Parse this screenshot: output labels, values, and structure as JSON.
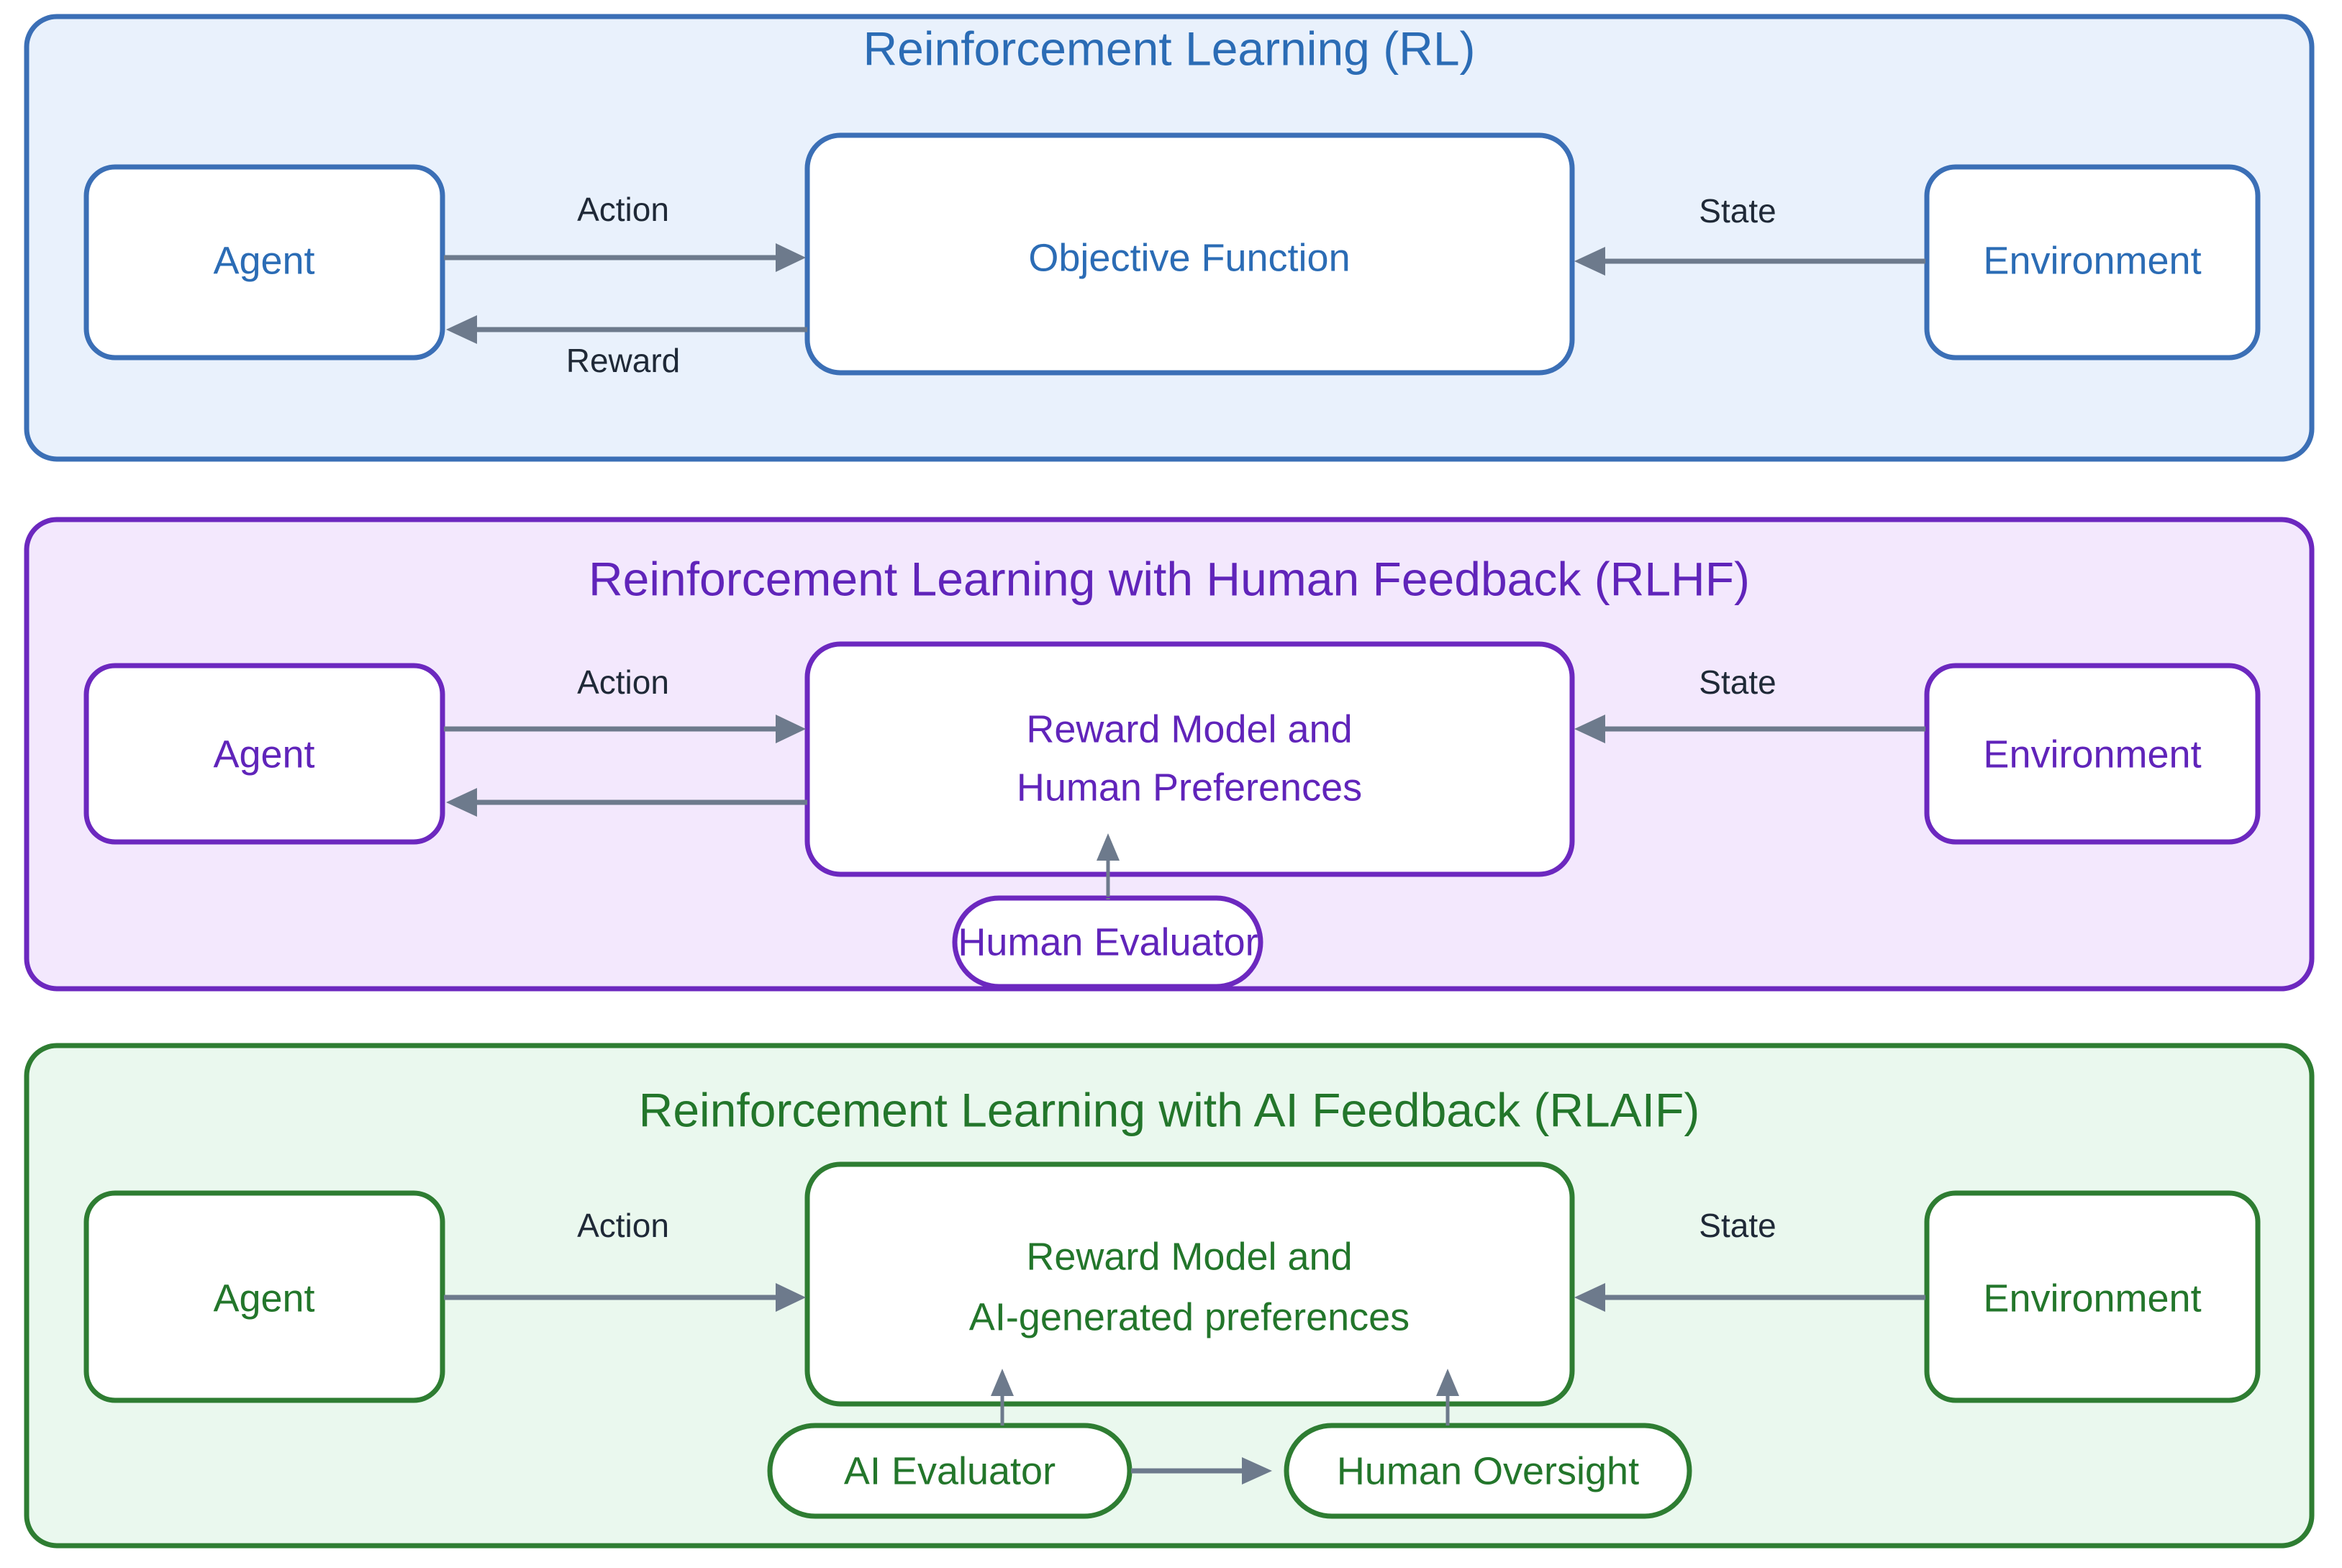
{
  "diagram": {
    "title": "Reinforcement Learning variants: RL, RLHF and RLAIF",
    "panels": [
      {
        "id": "rl",
        "title": "Reinforcement Learning (RL)",
        "accent": "#3b6fb6",
        "fill": "#e9f1fc",
        "text_color": "#2b6cb5",
        "nodes": [
          {
            "id": "rl-agent",
            "label": "Agent",
            "shape": "rounded-rect"
          },
          {
            "id": "rl-objective",
            "label": "Objective Function",
            "shape": "rounded-rect"
          },
          {
            "id": "rl-environment",
            "label": "Environment",
            "shape": "rounded-rect"
          }
        ],
        "edges": [
          {
            "id": "rl-action",
            "label": "Action",
            "from": "rl-agent",
            "to": "rl-objective"
          },
          {
            "id": "rl-reward",
            "label": "Reward",
            "from": "rl-objective",
            "to": "rl-agent"
          },
          {
            "id": "rl-state",
            "label": "State",
            "from": "rl-environment",
            "to": "rl-objective"
          }
        ]
      },
      {
        "id": "rlhf",
        "title": "Reinforcement Learning with Human Feedback (RLHF)",
        "accent": "#6c28bf",
        "fill": "#f3e8fd",
        "text_color": "#6024ba",
        "nodes": [
          {
            "id": "rlhf-agent",
            "label": "Agent",
            "shape": "rounded-rect"
          },
          {
            "id": "rlhf-reward-model",
            "label_line1": "Reward Model and",
            "label_line2": "Human Preferences",
            "shape": "rounded-rect"
          },
          {
            "id": "rlhf-environment",
            "label": "Environment",
            "shape": "rounded-rect"
          },
          {
            "id": "rlhf-human-evaluator",
            "label": "Human Evaluator",
            "shape": "stadium"
          }
        ],
        "edges": [
          {
            "id": "rlhf-action",
            "label": "Action",
            "from": "rlhf-agent",
            "to": "rlhf-reward-model"
          },
          {
            "id": "rlhf-feedback",
            "label": "",
            "from": "rlhf-reward-model",
            "to": "rlhf-agent"
          },
          {
            "id": "rlhf-state",
            "label": "State",
            "from": "rlhf-environment",
            "to": "rlhf-reward-model"
          },
          {
            "id": "rlhf-evaluator-edge",
            "label": "",
            "from": "rlhf-human-evaluator",
            "to": "rlhf-reward-model"
          }
        ]
      },
      {
        "id": "rlaif",
        "title": "Reinforcement Learning with AI Feedback (RLAIF)",
        "accent": "#2e7d32",
        "fill": "#eaf8ee",
        "text_color": "#23762b",
        "nodes": [
          {
            "id": "rlaif-agent",
            "label": "Agent",
            "shape": "rounded-rect"
          },
          {
            "id": "rlaif-reward-model",
            "label_line1": "Reward Model and",
            "label_line2": "AI-generated preferences",
            "shape": "rounded-rect"
          },
          {
            "id": "rlaif-environment",
            "label": "Environment",
            "shape": "rounded-rect"
          },
          {
            "id": "rlaif-ai-evaluator",
            "label": "AI Evaluator",
            "shape": "stadium"
          },
          {
            "id": "rlaif-human-oversight",
            "label": "Human Oversight",
            "shape": "stadium"
          }
        ],
        "edges": [
          {
            "id": "rlaif-action",
            "label": "Action",
            "from": "rlaif-agent",
            "to": "rlaif-reward-model"
          },
          {
            "id": "rlaif-state",
            "label": "State",
            "from": "rlaif-environment",
            "to": "rlaif-reward-model"
          },
          {
            "id": "rlaif-ai-edge",
            "label": "",
            "from": "rlaif-ai-evaluator",
            "to": "rlaif-reward-model"
          },
          {
            "id": "rlaif-oversight-edge",
            "label": "",
            "from": "rlaif-human-oversight",
            "to": "rlaif-reward-model"
          },
          {
            "id": "rlaif-ai-to-oversight",
            "label": "",
            "from": "rlaif-ai-evaluator",
            "to": "rlaif-human-oversight"
          }
        ]
      }
    ],
    "edge_color": "#6d7a8c",
    "edge_label_color": "#1f2937"
  }
}
